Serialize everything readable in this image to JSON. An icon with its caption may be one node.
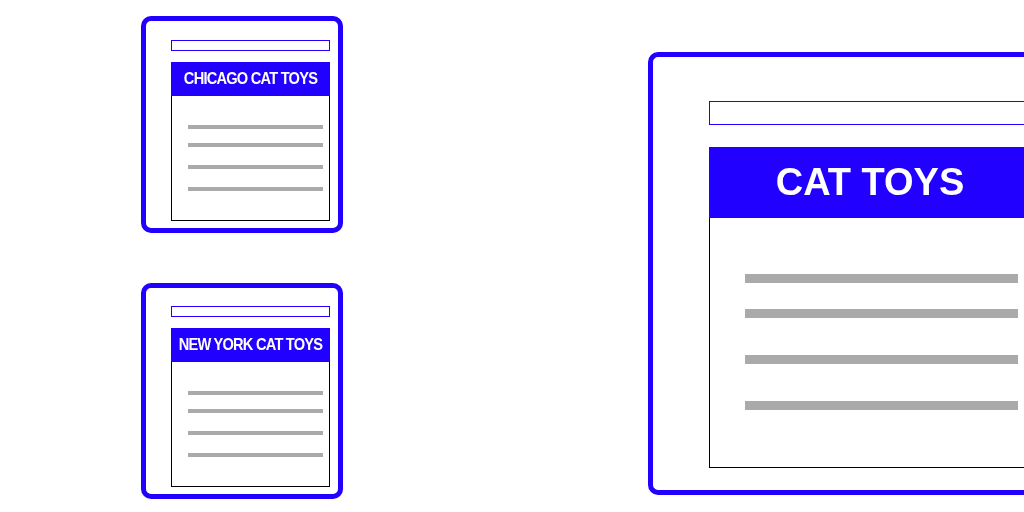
{
  "diagram": {
    "nodes": [
      {
        "text": [
          "CHICAGO CAT TOYS"
        ]
      },
      {
        "text": [
          "NEW YORK CAT TOYS"
        ]
      },
      {
        "text": [
          "CAT TOYS"
        ]
      }
    ]
  }
}
